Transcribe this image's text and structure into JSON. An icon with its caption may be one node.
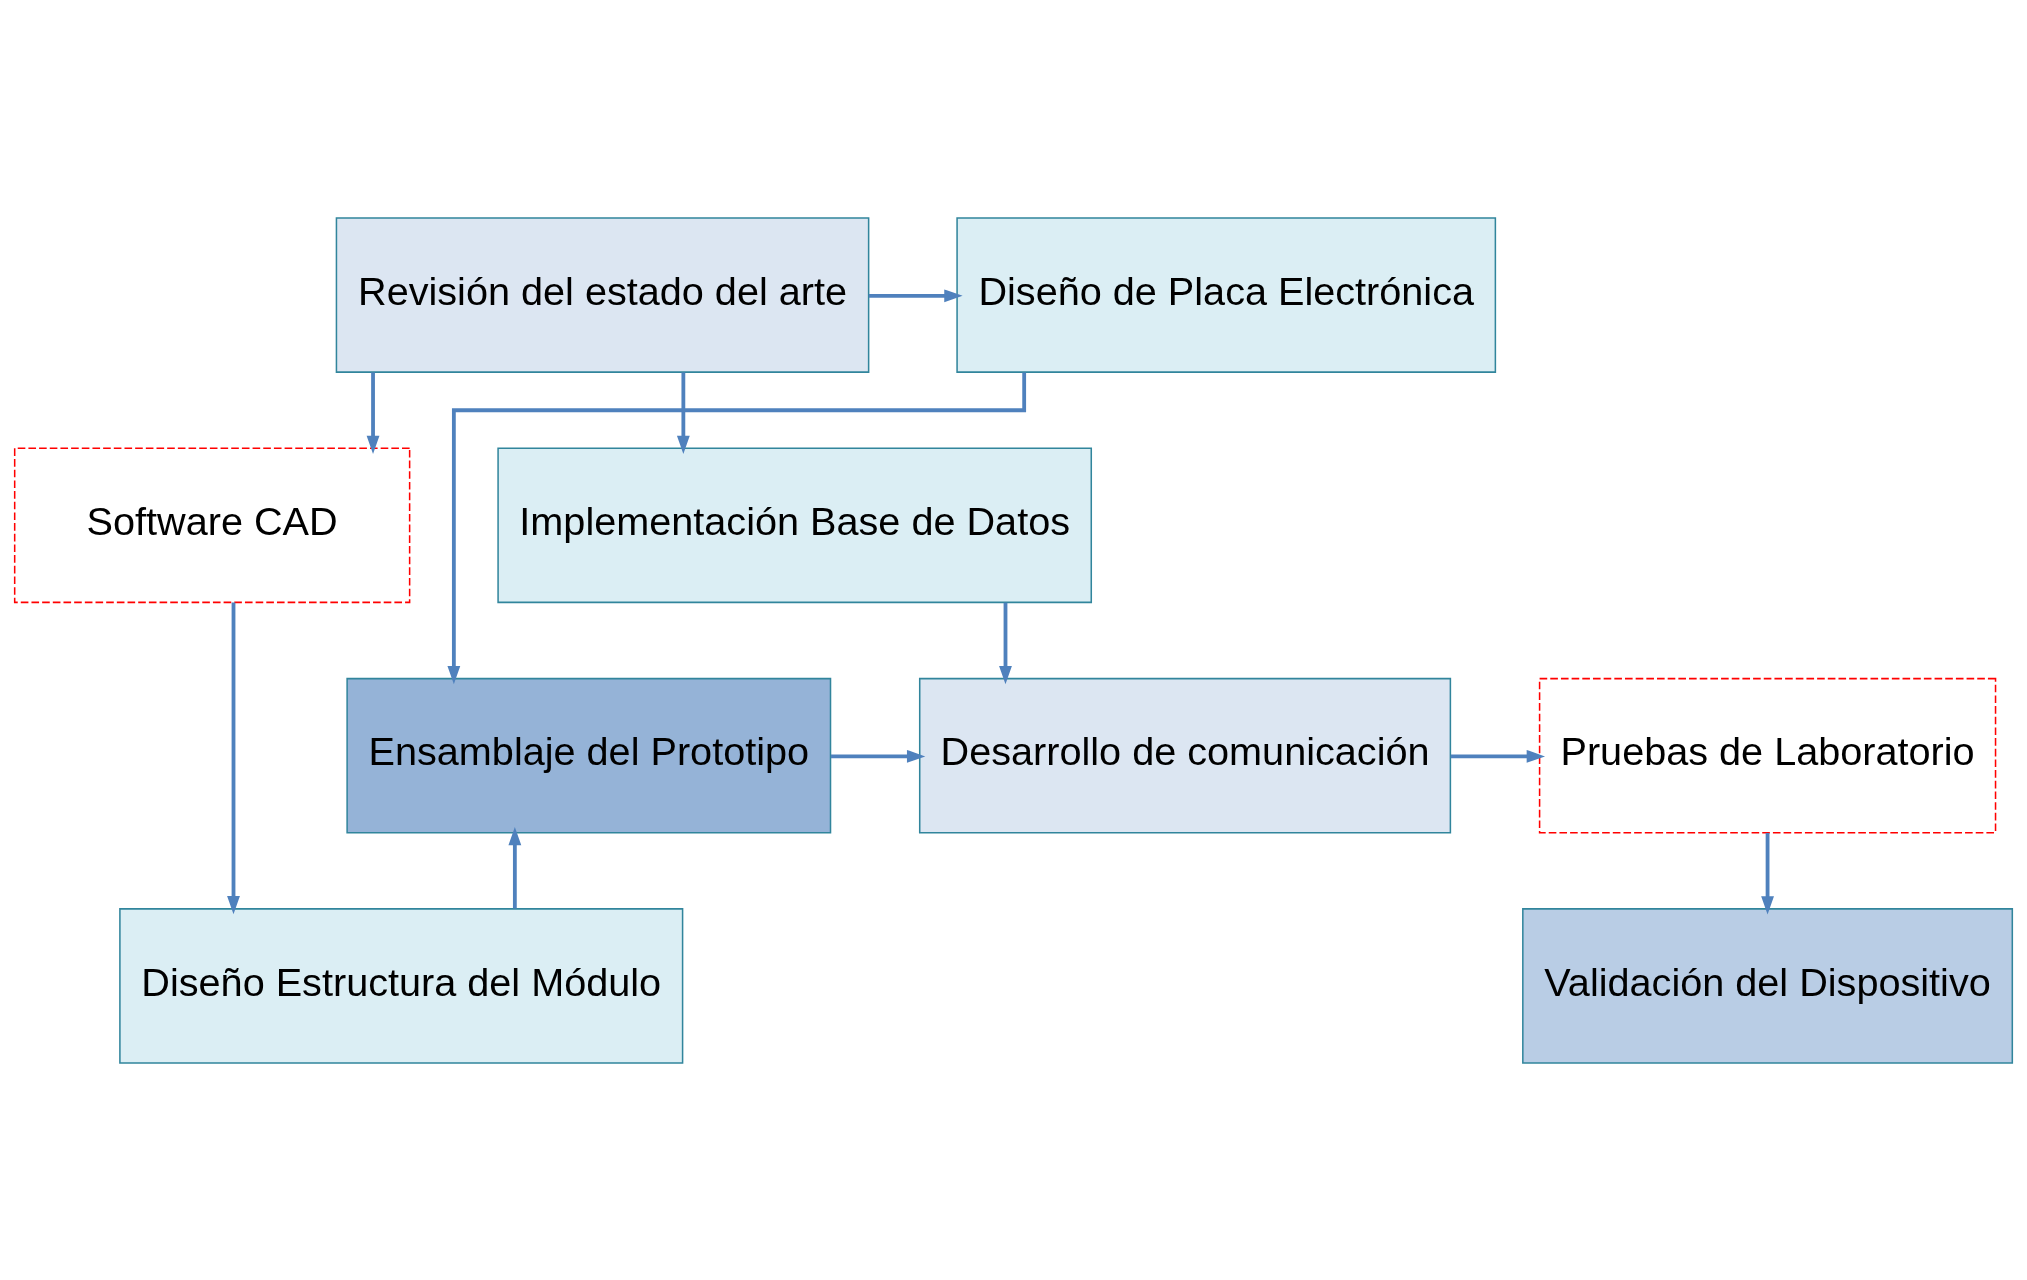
{
  "diagram": {
    "nodes": [
      {
        "text": [
          "Revisión del estado del arte"
        ]
      },
      {
        "text": [
          "Diseño de Placa Electrónica"
        ]
      },
      {
        "text": [
          "Implementación Base de Datos"
        ]
      },
      {
        "text": [
          "Software CAD"
        ]
      },
      {
        "text": [
          "Validación del Dispositivo"
        ]
      },
      {
        "text": [
          "Diseño Estructura del Módulo"
        ]
      },
      {
        "text": [
          "Pruebas de Laboratorio"
        ]
      },
      {
        "text": [
          "Desarrollo de comunicación"
        ]
      },
      {
        "text": [
          "Ensamblaje del Prototipo"
        ]
      }
    ],
    "edges": [
      {
        "from": 0,
        "to": 1,
        "arrow": "to"
      },
      {
        "from": 0,
        "to": 2,
        "arrow": "to"
      },
      {
        "from": 0,
        "to": 3,
        "arrow": "to"
      },
      {
        "from": 3,
        "to": 5,
        "arrow": "to"
      },
      {
        "from": 2,
        "to": 7,
        "arrow": "to"
      },
      {
        "from": 1,
        "to": 8,
        "arrow": "to"
      },
      {
        "from": 5,
        "to": 8,
        "arrow": "to"
      },
      {
        "from": 8,
        "to": 7,
        "arrow": "to"
      },
      {
        "from": 7,
        "to": 6,
        "arrow": "to"
      },
      {
        "from": 6,
        "to": 4,
        "arrow": "to"
      }
    ]
  }
}
